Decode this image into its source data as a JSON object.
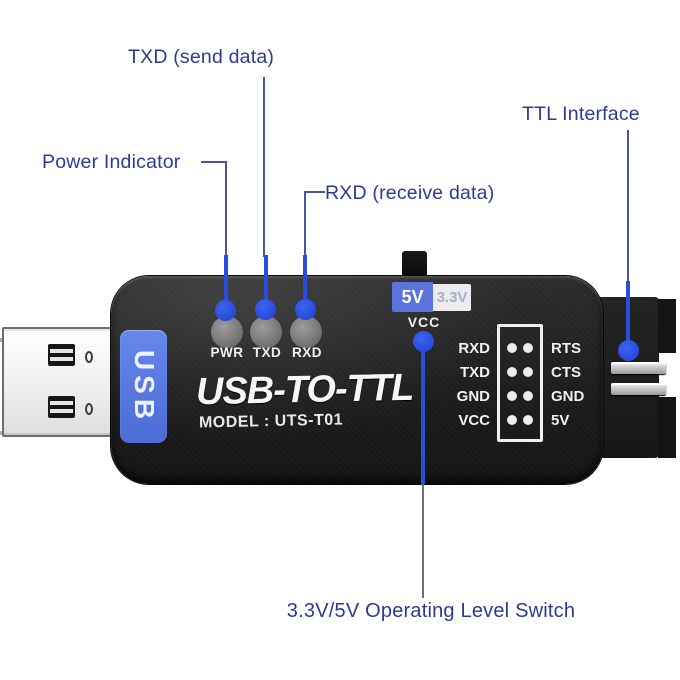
{
  "annotations": {
    "txd": {
      "label": "TXD (send data)"
    },
    "power": {
      "label": "Power Indicator"
    },
    "rxd": {
      "label": "RXD (receive data)"
    },
    "ttl": {
      "label": "TTL Interface"
    },
    "level_switch": {
      "label": "3.3V/5V Operating Level Switch"
    }
  },
  "device": {
    "usb_badge": "USB",
    "title": "USB-TO-TTL",
    "model": "MODEL : UTS-T01",
    "led_labels": [
      "PWR",
      "TXD",
      "RXD"
    ],
    "voltage_switch": {
      "left": "5V",
      "right": "3.3V"
    },
    "vcc_pin": "VCC",
    "header_pins_left": [
      "RXD",
      "TXD",
      "GND",
      "VCC"
    ],
    "header_pins_right": [
      "RTS",
      "CTS",
      "GND",
      "5V"
    ]
  },
  "colors": {
    "annotation_text": "#2d3a95",
    "leader_line": "#4a55a0",
    "pointer_blue": "#2a4de0",
    "badge_blue": "#5b7ce6",
    "switch_5v_bg": "#5b74dd",
    "switch_3v3_bg": "#ececee",
    "led_gray": "#7e7e7e",
    "body_black": "#1f1f1f"
  }
}
